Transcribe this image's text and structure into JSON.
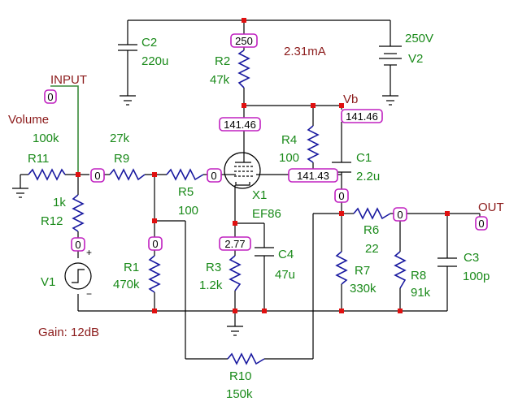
{
  "labels": {
    "input": "INPUT",
    "out": "OUT",
    "vb": "Vb",
    "volume": "Volume",
    "current": "2.31mA",
    "gain": "Gain: 12dB"
  },
  "components": {
    "C2": {
      "name": "C2",
      "value": "220u"
    },
    "R2": {
      "name": "R2",
      "value": "47k"
    },
    "V2": {
      "name": "V2",
      "value": "250V"
    },
    "R11": {
      "name": "R11",
      "value": "100k"
    },
    "R9": {
      "name": "R9",
      "value": "27k"
    },
    "R5": {
      "name": "R5",
      "value": "100"
    },
    "R4": {
      "name": "R4",
      "value": "100"
    },
    "C1": {
      "name": "C1",
      "value": "2.2u"
    },
    "R12": {
      "name": "R12",
      "value": "1k"
    },
    "X1": {
      "name": "X1",
      "value": "EF86"
    },
    "R1": {
      "name": "R1",
      "value": "470k"
    },
    "V1": {
      "name": "V1"
    },
    "R3": {
      "name": "R3",
      "value": "1.2k"
    },
    "C4": {
      "name": "C4",
      "value": "47u"
    },
    "R6": {
      "name": "R6",
      "value": "22"
    },
    "R7": {
      "name": "R7",
      "value": "330k"
    },
    "R8": {
      "name": "R8",
      "value": "91k"
    },
    "C3": {
      "name": "C3",
      "value": "100p"
    },
    "R10": {
      "name": "R10",
      "value": "150k"
    }
  },
  "node_voltages": {
    "supply": "250",
    "plate": "141.46",
    "vb": "141.46",
    "screen": "141.43",
    "input": "0",
    "r9_left": "0",
    "grid": "0",
    "v1_top": "0",
    "r1_top": "0",
    "cathode": "2.77",
    "c1_out": "0",
    "out_node": "0",
    "out": "0"
  }
}
